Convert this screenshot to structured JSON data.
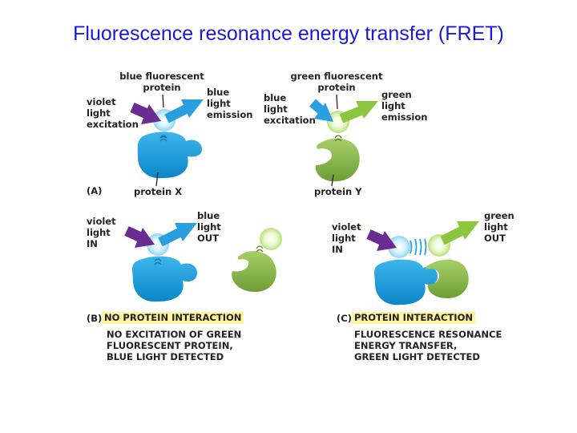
{
  "title": "Fluorescence resonance energy transfer (FRET)",
  "colors": {
    "title": "#1a1ad6",
    "blue_protein": "#1ea3e0",
    "green_protein": "#8dbf4f",
    "violet_arrow": "#6b2c91",
    "blue_arrow": "#2a9fe0",
    "green_arrow": "#8cc63f",
    "highlight": "#fff3a0"
  },
  "panelA": {
    "letter": "(A)",
    "bfp_label": "blue fluorescent\nprotein",
    "violet_label": "violet\nlight\nexcitation",
    "blue_emission_label": "blue\nlight\nemission",
    "protein_x_label": "protein X",
    "gfp_label": "green fluorescent\nprotein",
    "blue_excitation_label": "blue\nlight\nexcitation",
    "green_emission_label": "green\nlight\nemission",
    "protein_y_label": "protein Y"
  },
  "panelB": {
    "letter": "(B)",
    "violet_in_label": "violet\nlight\nIN",
    "blue_out_label": "blue\nlight\nOUT",
    "highlight": "NO PROTEIN INTERACTION",
    "caption": "NO EXCITATION OF GREEN\nFLUORESCENT PROTEIN,\nBLUE LIGHT DETECTED"
  },
  "panelC": {
    "letter": "(C)",
    "violet_in_label": "violet\nlight\nIN",
    "green_out_label": "green\nlight\nOUT",
    "highlight": "PROTEIN INTERACTION",
    "caption": "FLUORESCENCE RESONANCE\nENERGY TRANSFER,\nGREEN LIGHT DETECTED"
  }
}
